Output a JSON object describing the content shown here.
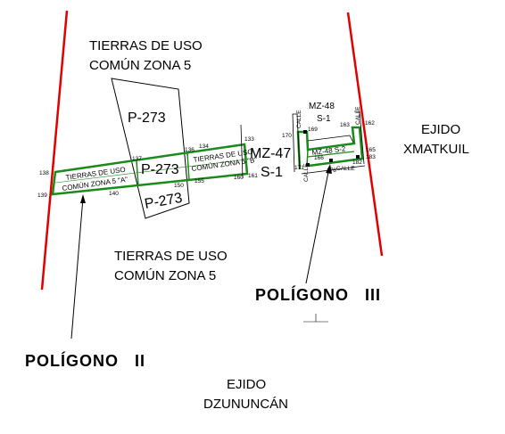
{
  "labels": {
    "tierras_top_line1": "TIERRAS DE USO",
    "tierras_top_line2": "COMÚN ZONA 5",
    "tierras_bottom_line1": "TIERRAS DE USO",
    "tierras_bottom_line2": "COMÚN ZONA 5",
    "ejido_xmatkuil_line1": "EJIDO",
    "ejido_xmatkuil_line2": "XMATKUIL",
    "ejido_dzununcan_line1": "EJIDO",
    "ejido_dzununcan_line2": "DZUNUNCÁN",
    "p273_a": "P-273",
    "p273_b": "P-273",
    "p273_c": "P-273",
    "strip_a_line1": "TIERRAS DE USO",
    "strip_a_line2": "COMÚN ZONA 5 \"A\"",
    "strip_b_line1": "TIERRAS DE USO",
    "strip_b_line2": "COMÚN ZONA 5 \"B\"",
    "mz47_line1": "MZ-47",
    "mz47_line2": "S-1",
    "mz48_line1": "MZ-48",
    "mz48_line2": "S-1",
    "mz48_s2": "MZ-48 S-2",
    "calle_left": "CALLE",
    "calle_top": "CALLE",
    "calle_right_v": "CALLE",
    "calle_bottom": "CALLE",
    "poligono_2": "POLÍGONO   II",
    "poligono_3": "POLÍGONO   III"
  },
  "vertices": {
    "v138": "138",
    "v139": "139",
    "v137": "137",
    "v140": "140",
    "v150": "150",
    "v155": "155",
    "v136": "136",
    "v134": "134",
    "v133": "133",
    "v160": "160",
    "v161": "161",
    "v170": "170",
    "v169": "169",
    "v163": "163",
    "v162": "162",
    "v165": "165",
    "v166": "166",
    "v171": "171",
    "v178": "178",
    "v182": "182",
    "v183": "183"
  },
  "colors": {
    "boundary": "#e00000",
    "parcel": "#1a8a1a",
    "outline": "#000000"
  }
}
